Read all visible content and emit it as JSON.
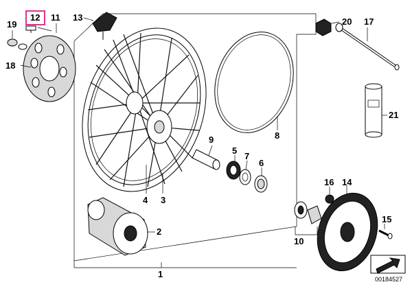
{
  "diagram": {
    "parts": [
      "12",
      "11",
      "13",
      "19",
      "18",
      "20",
      "17",
      "21",
      "9",
      "8",
      "5",
      "7",
      "6",
      "4",
      "3",
      "2",
      "16",
      "14",
      "15",
      "10",
      "1"
    ],
    "highlighted_part": "12",
    "highlight_color": "#e0338c",
    "diagram_id": "00184527"
  }
}
